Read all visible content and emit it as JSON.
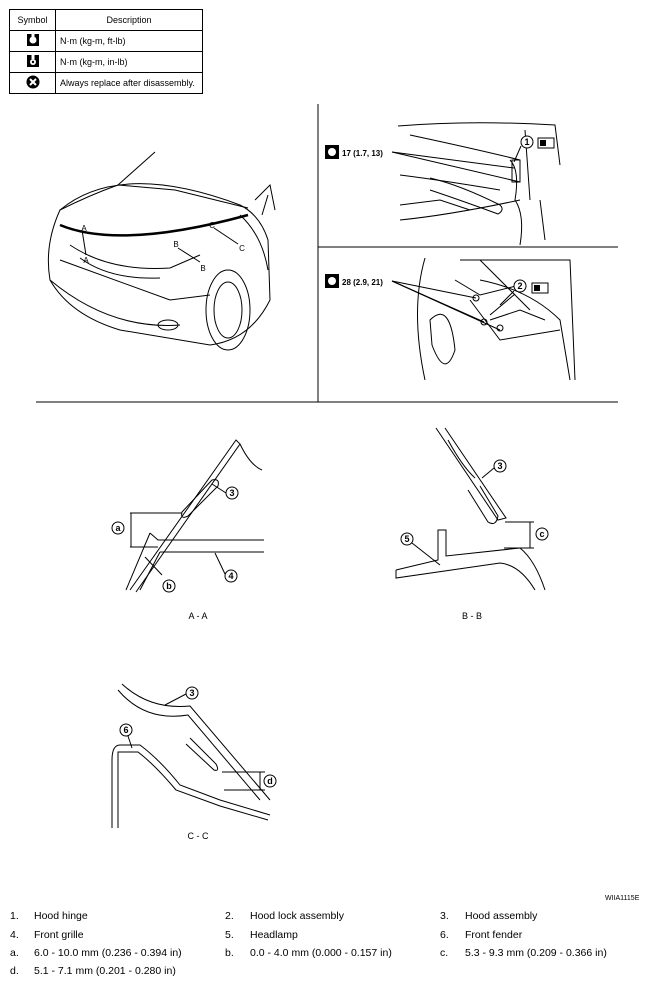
{
  "table": {
    "headers": [
      "Symbol",
      "Description"
    ],
    "rows": [
      {
        "icon": "torque-wrench-icon",
        "desc": "N·m (kg-m, ft-lb)"
      },
      {
        "icon": "torque-wrench-small-icon",
        "desc": "N·m (kg-m, in-lb)"
      },
      {
        "icon": "always-replace-icon",
        "desc": "Always replace after disassembly."
      }
    ]
  },
  "torques": {
    "t1": "17 (1.7, 13)",
    "t2": "28 (2.9, 21)"
  },
  "callouts": {
    "n1": "1",
    "n2": "2",
    "n3": "3",
    "n4": "4",
    "n5": "5",
    "n6": "6",
    "a": "a",
    "b": "b",
    "c": "c",
    "d": "d"
  },
  "section_markers": {
    "A": "A",
    "B": "B",
    "C": "C"
  },
  "section_titles": {
    "aa": "A - A",
    "bb": "B - B",
    "cc": "C - C"
  },
  "figure_code": "WIIA1115E",
  "legend": [
    {
      "num": "1.",
      "text": "Hood hinge"
    },
    {
      "num": "2.",
      "text": "Hood lock assembly"
    },
    {
      "num": "3.",
      "text": "Hood assembly"
    },
    {
      "num": "4.",
      "text": "Front grille"
    },
    {
      "num": "5.",
      "text": "Headlamp"
    },
    {
      "num": "6.",
      "text": "Front fender"
    },
    {
      "num": "a.",
      "text": "6.0 - 10.0 mm (0.236 - 0.394 in)"
    },
    {
      "num": "b.",
      "text": "0.0 - 4.0 mm (0.000 - 0.157 in)"
    },
    {
      "num": "c.",
      "text": "5.3 - 9.3 mm (0.209 - 0.366 in)"
    },
    {
      "num": "d.",
      "text": "5.1 - 7.1 mm (0.201 - 0.280 in)"
    }
  ]
}
